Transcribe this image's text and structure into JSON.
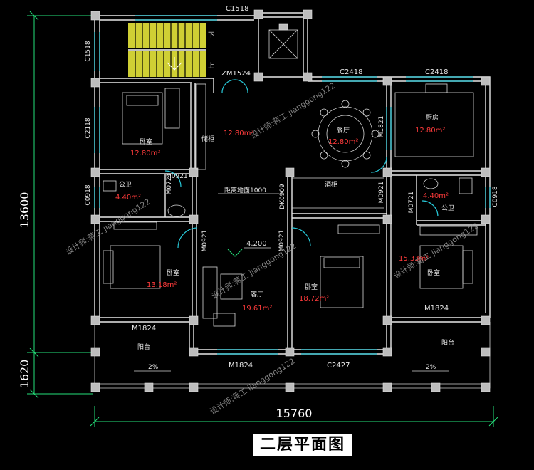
{
  "title": "二层平面图",
  "dimensions": {
    "total_height": "13600",
    "balcony_depth": "1620",
    "total_width": "15760"
  },
  "rooms": {
    "bedroom_nw": {
      "name": "卧室",
      "area": "12.80m²"
    },
    "hall_mid": {
      "area": "12.80m²"
    },
    "dining": {
      "name": "餐厅",
      "area": "12.80m²"
    },
    "kitchen": {
      "name": "厨房",
      "area": "12.80m²"
    },
    "bath_w": {
      "name": "公卫",
      "area": "4.40m²"
    },
    "bath_e": {
      "name": "公卫",
      "area": "4.40m²"
    },
    "bedroom_sw": {
      "name": "卧室",
      "area": "13.18m²"
    },
    "living": {
      "name": "客厅",
      "area": "19.61m²"
    },
    "bedroom_s": {
      "name": "卧室",
      "area": "18.72m²"
    },
    "bedroom_se": {
      "name": "卧室",
      "area": "15.33m²"
    },
    "balcony_w": {
      "name": "阳台"
    },
    "balcony_e": {
      "name": "阳台"
    }
  },
  "labels": {
    "stair_down": "下",
    "stair_up": "上",
    "cabinet": "储柜",
    "wine_cabinet": "酒柜",
    "floor_note": "距离地面1000",
    "elevation": "4.200",
    "slope_w": "2%",
    "slope_e": "2%"
  },
  "openings": {
    "c1518_top": "C1518",
    "c1518_left": "C1518",
    "zm1524": "ZM1524",
    "c2418_a": "C2418",
    "c2418_b": "C2418",
    "c2118": "C2118",
    "m1821": "M1821",
    "m0921_a": "M0921",
    "m0721_a": "M0721",
    "c0918_w": "C0918",
    "dk0909": "DK0909",
    "m0921_b": "M0921",
    "m0721_b": "M0721",
    "c0918_e": "C0918",
    "m0921_c": "M0921",
    "m0921_d": "M0921",
    "m1824_w": "M1824",
    "m1824_e": "M1824",
    "m1824_s": "M1824",
    "c2427": "C2427"
  },
  "watermarks": [
    "设计师:蒋工 jianggong122",
    "设计师:蒋工 jianggong122",
    "设计师:蒋工 jianggong122",
    "设计师:蒋工 jianggong122",
    "设计师:蒋工 jianggong122"
  ],
  "colors": {
    "background": "#000000",
    "walls": "#e8e8e8",
    "windows": "#27c8d8",
    "dimensions": "#24e07a",
    "area_text": "#ff3b3b",
    "stair_fill": "#e6e63a",
    "title_bg": "#ffffff"
  }
}
